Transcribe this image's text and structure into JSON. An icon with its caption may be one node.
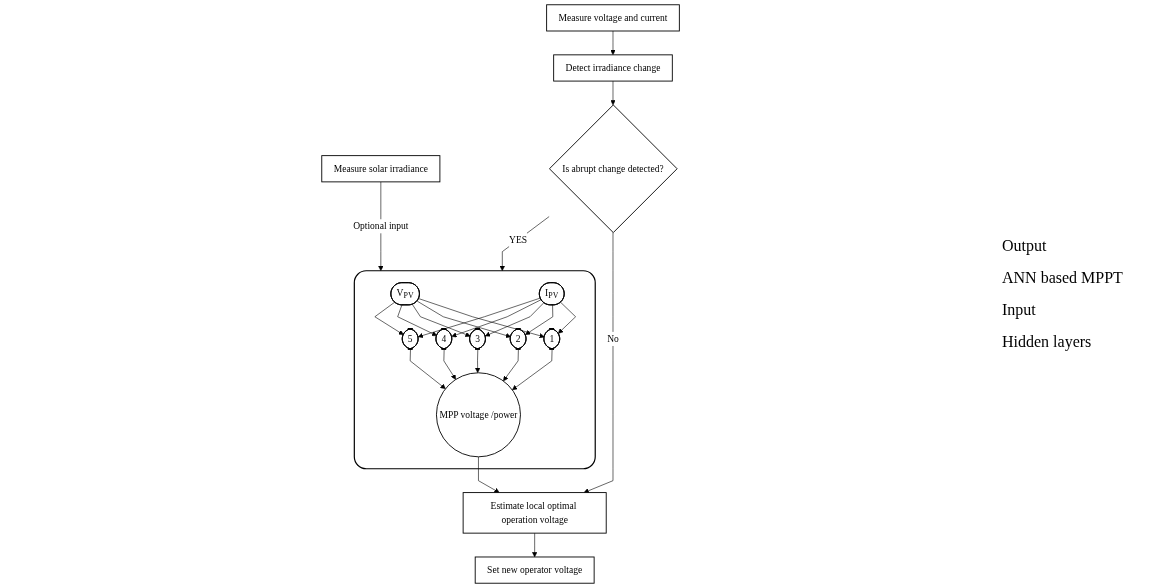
{
  "diagram": {
    "nodes": [
      {
        "text": [
          "Measure solar irradiance"
        ]
      },
      {
        "text": [
          "Measure voltage and current"
        ]
      },
      {
        "text": [
          "Detect irradiance change"
        ]
      },
      {
        "text": [
          "Set new operator voltage"
        ]
      },
      {
        "text": [
          "Is abrupt change detected?"
        ]
      },
      {
        "text": [
          "Estimate local optimal operation voltage"
        ]
      },
      {
        "text": [],
        "shape": "box"
      },
      {
        "text": [
          "V$_{PV}$"
        ],
        "in": 6
      },
      {
        "text": [
          "I$_{PV}$"
        ],
        "in": 6
      },
      {
        "text": [
          "1"
        ],
        "in": 6
      },
      {
        "text": [
          "2"
        ],
        "in": 6
      },
      {
        "text": [
          "3"
        ],
        "in": 6
      },
      {
        "text": [
          "4"
        ],
        "in": 6
      },
      {
        "text": [
          "5"
        ],
        "in": 6
      },
      {
        "text": [
          "MPP voltage /power"
        ],
        "in": 6
      }
    ],
    "labels": [
      "Output",
      "ANN based MPPT",
      "Input",
      "Hidden layers"
    ],
    "edges": [
      {
        "from": 0,
        "to": 6,
        "arrow": "to",
        "label": "Optional input"
      },
      {
        "from": 1,
        "to": 2,
        "arrow": "to"
      },
      {
        "from": 2,
        "to": 4,
        "arrow": "to"
      },
      {
        "from": 4,
        "to": 6,
        "arrow": "to",
        "label": "YES"
      },
      {
        "from": 4,
        "to": 5,
        "arrow": "to",
        "label": "No"
      },
      {
        "from": 5,
        "to": 3,
        "arrow": "to"
      },
      {
        "from": 14,
        "to": 5,
        "arrow": "to"
      },
      {
        "from": 7,
        "to": 9,
        "arrow": "to"
      },
      {
        "from": 7,
        "to": 10,
        "arrow": "to"
      },
      {
        "from": 7,
        "to": 11,
        "arrow": "to"
      },
      {
        "from": 7,
        "to": 12,
        "arrow": "to"
      },
      {
        "from": 7,
        "to": 13,
        "arrow": "to"
      },
      {
        "from": 8,
        "to": 9,
        "arrow": "to"
      },
      {
        "from": 8,
        "to": 10,
        "arrow": "to"
      },
      {
        "from": 8,
        "to": 11,
        "arrow": "to"
      },
      {
        "from": 8,
        "to": 12,
        "arrow": "to"
      },
      {
        "from": 8,
        "to": 13,
        "arrow": "to"
      },
      {
        "from": 9,
        "to": 14,
        "arrow": "to"
      },
      {
        "from": 10,
        "to": 14,
        "arrow": "to"
      },
      {
        "from": 11,
        "to": 14,
        "arrow": "to"
      },
      {
        "from": 12,
        "to": 14,
        "arrow": "to"
      },
      {
        "from": 13,
        "to": 14,
        "arrow": "to"
      }
    ]
  }
}
